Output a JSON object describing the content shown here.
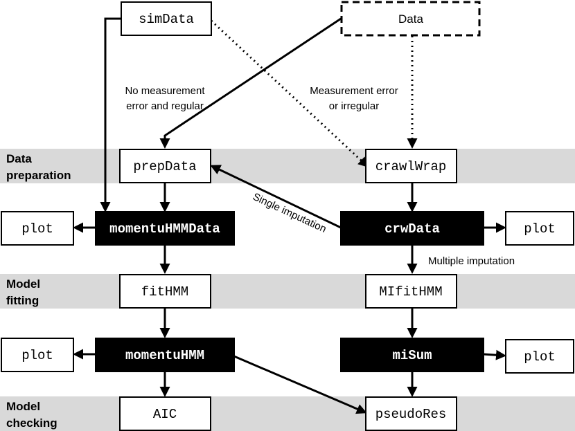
{
  "bands": {
    "data_preparation": [
      "Data",
      "preparation"
    ],
    "model_fitting": [
      "Model",
      "fitting"
    ],
    "model_checking": [
      "Model",
      "checking"
    ]
  },
  "nodes": {
    "simData": "simData",
    "data": "Data",
    "prepData": "prepData",
    "crawlWrap": "crawlWrap",
    "plot_left_1": "plot",
    "momentuHMMData": "momentuHMMData",
    "crwData": "crwData",
    "plot_right_1": "plot",
    "fitHMM": "fitHMM",
    "MIfitHMM": "MIfitHMM",
    "plot_left_2": "plot",
    "momentuHMM": "momentuHMM",
    "miSum": "miSum",
    "plot_right_2": "plot",
    "AIC": "AIC",
    "pseudoRes": "pseudoRes"
  },
  "annotations": {
    "no_measurement_error": [
      "No measurement",
      "error and regular"
    ],
    "measurement_error": [
      "Measurement error",
      "or irregular"
    ],
    "single_imputation": "Single imputation",
    "multiple_imputation": "Multiple imputation"
  }
}
